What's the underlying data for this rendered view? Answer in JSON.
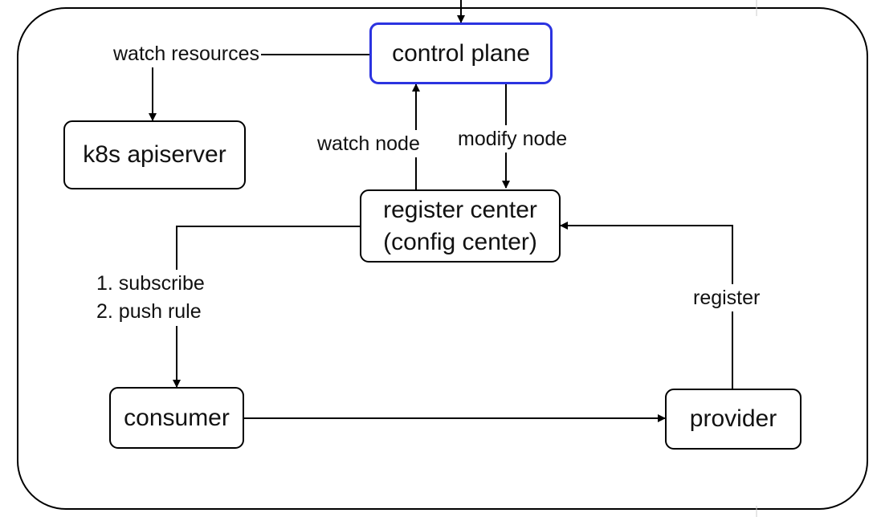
{
  "nodes": {
    "control_plane": "control plane",
    "k8s_apiserver": "k8s apiserver",
    "register_center_line1": "register center",
    "register_center_line2": "(config center)",
    "consumer": "consumer",
    "provider": "provider"
  },
  "edges": {
    "watch_resources": "watch resources",
    "watch_node": "watch node",
    "modify_node": "modify node",
    "subscribe": "1. subscribe",
    "push_rule": "2. push rule",
    "register": "register"
  },
  "colors": {
    "line": "#000000",
    "accent": "#2b33e0"
  }
}
